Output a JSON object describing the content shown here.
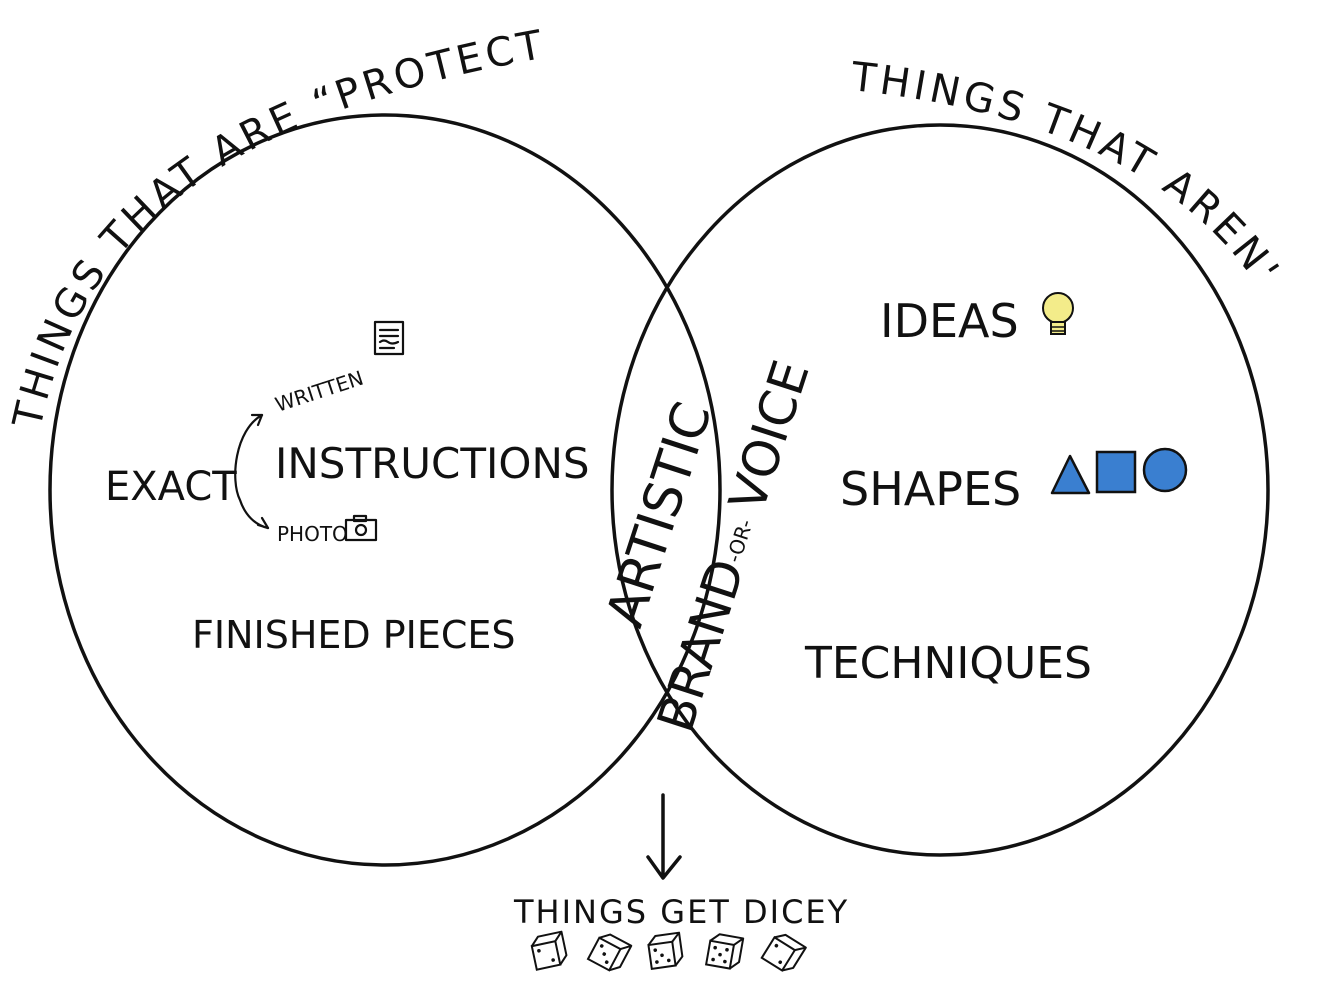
{
  "left_set": {
    "label": "THINGS THAT ARE “PROTECTED”",
    "main_item": "EXACT",
    "instructions": "INSTRUCTIONS",
    "branch_written": "WRITTEN",
    "branch_photo": "PHOTO",
    "finished": "FINISHED PIECES"
  },
  "right_set": {
    "label": "THINGS THAT AREN'T",
    "items": [
      "IDEAS",
      "SHAPES",
      "TECHNIQUES"
    ]
  },
  "overlap": {
    "line1": "ARTISTIC",
    "line2_a": "BRAND",
    "line2_or": "-OR-",
    "line2_b": "VOICE"
  },
  "callout": {
    "text": "THINGS GET DICEY",
    "dice_count": 5
  },
  "colors": {
    "shape_fill": "#3a7fd0",
    "bulb": "#f3ec8a",
    "ink": "#111111"
  }
}
